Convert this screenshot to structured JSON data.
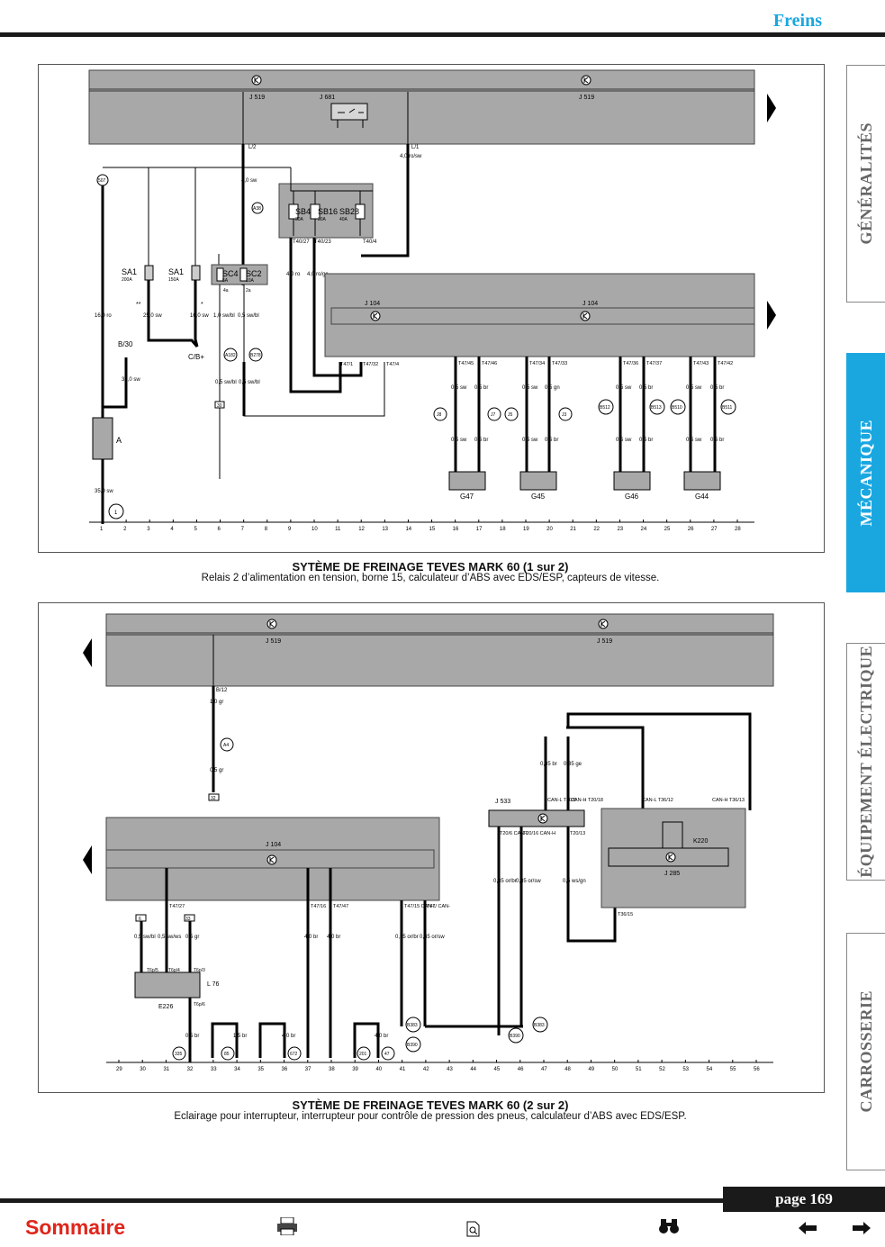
{
  "header": {
    "section": "Freins"
  },
  "tabs": [
    "GÉNÉRALITÉS",
    "MÉCANIQUE",
    "ÉQUIPEMENT ÉLECTRIQUE",
    "CARROSSERIE"
  ],
  "active_tab": "MÉCANIQUE",
  "diagram1": {
    "title": "SYTÈME DE FREINAGE TEVES MARK 60 (1 sur 2)",
    "subtitle": "Relais 2 d’alimentation en tension, borne 15, calculateur d’ABS avec EDS/ESP, capteurs de vitesse.",
    "labels": {
      "j519": "J 519",
      "j681": "J 681",
      "j104": "J 104",
      "sa1a": "SA1",
      "sa1a_val": "200A",
      "sa1b": "SA1",
      "sa1b_val": "150A",
      "sc4": "SC4",
      "sc4_val": "5A",
      "sc2": "SC2",
      "sc2_val": "10A",
      "sb4": "SB4",
      "sb4_val": "30A",
      "sb16": "SB16",
      "sb16_val": "30A",
      "sb28": "SB28",
      "sb28_val": "40A",
      "b30": "B/30",
      "cb": "C/B+",
      "a": "A",
      "l2": "L/2",
      "l1": "L/1",
      "t40_27": "T40/27",
      "t40_23": "T40/23",
      "t40_4": "T40/4",
      "t47_1": "T47/1",
      "t47_32": "T47/32",
      "t47_4": "T47/4",
      "t47_45": "T47/45",
      "t47_46": "T47/46",
      "t47_34": "T47/34",
      "t47_33": "T47/33",
      "t47_36": "T47/36",
      "t47_37": "T47/37",
      "t47_43": "T47/43",
      "t47_42": "T47/42",
      "g47": "G47",
      "g45": "G45",
      "g46": "G46",
      "g44": "G44",
      "j8": "J8",
      "j7": "J7",
      "j5": "J5",
      "j3": "J3",
      "b512": "B512",
      "b513": "B513",
      "b510": "B510",
      "b511": "B511",
      "s507": "507",
      "a38": "A38",
      "a182": "A182",
      "b278": "B278",
      "g1": "1",
      "box30": "30",
      "w40sw": "4,0 sw",
      "w40rosw": "4,0 ro/sw",
      "w16ro": "16,0 ro",
      "w25sw": "25,0 sw",
      "w16sw": "16,0 sw",
      "w10swbl": "1,0 sw/bl",
      "w05swbl": "0,5 sw/bl",
      "w40ro": "4,0 ro",
      "w40roge": "4,0 ro/ge",
      "w35sw": "35,0 sw",
      "w05sw": "0,5 sw",
      "w05br": "0,5 br",
      "w05gn": "0,5 gn",
      "star2": "**",
      "star1": "*",
      "fuse4a": "4a",
      "fuse2a": "2a",
      "pin1": "1",
      "pin2": "2"
    },
    "scale": [
      "1",
      "2",
      "3",
      "4",
      "5",
      "6",
      "7",
      "8",
      "9",
      "10",
      "11",
      "12",
      "13",
      "14",
      "15",
      "16",
      "17",
      "18",
      "19",
      "20",
      "21",
      "22",
      "23",
      "24",
      "25",
      "26",
      "27",
      "28"
    ]
  },
  "diagram2": {
    "title": "SYTÈME DE FREINAGE TEVES MARK 60 (2 sur 2)",
    "subtitle": "Eclairage pour interrupteur, interrupteur pour contrôle de pression des pneus, calculateur d’ABS avec EDS/ESP.",
    "labels": {
      "j519": "J 519",
      "j104": "J 104",
      "j533": "J 533",
      "j285": "J 285",
      "k220": "K220",
      "l76": "L 76",
      "e226": "E226",
      "b12": "B/12",
      "t47_27": "T47/27",
      "t47_16": "T47/16",
      "t47_47": "T47/47",
      "t47_15": "T47/15 CAN-L",
      "t47_x": "T47/ CAN-",
      "t20_8": "CAN-L T20/8",
      "t20_18": "CAN-H T20/18",
      "t20_6": "T20/6 CAN-L",
      "t20_16": "T20/16 CAN-H",
      "t20_13": "T20/13",
      "t36_12": "CAN-L T36/12",
      "t36_13": "CAN-H T36/13",
      "t36_15": "T36/15",
      "t6p5": "T6p/5",
      "t6p4": "T6p/4",
      "t6p3": "T6p/3",
      "t6p6": "T6p/6",
      "a4": "A4",
      "box32": "32",
      "box6": "6",
      "box33": "33",
      "b383": "B383",
      "b390": "B390",
      "c335": "335",
      "c85": "85",
      "c672": "672",
      "c201": "201",
      "c47": "47",
      "w10gr": "1,0 gr",
      "w05gr": "0,5 gr",
      "w035br": "0,35 br",
      "w035ge": "0,35 ge",
      "w035orbr": "0,35 or/br",
      "w035orsw": "0,35 or/sw",
      "w05wsgn": "0,5 ws/gn",
      "w05swbl": "0,5 sw/bl",
      "w05swws": "0,5 sw/ws",
      "w05br": "0,5 br",
      "w15br": "1,5 br",
      "w40br": "4,0 br"
    },
    "scale": [
      "29",
      "30",
      "31",
      "32",
      "33",
      "34",
      "35",
      "36",
      "37",
      "38",
      "39",
      "40",
      "41",
      "42",
      "43",
      "44",
      "45",
      "46",
      "47",
      "48",
      "49",
      "50",
      "51",
      "52",
      "53",
      "54",
      "55",
      "56"
    ]
  },
  "footer": {
    "sommaire": "Sommaire",
    "page": "page 169"
  }
}
